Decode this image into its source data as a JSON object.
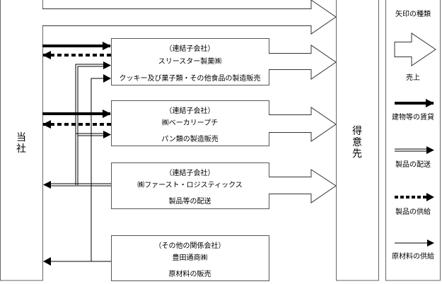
{
  "entities": {
    "company": {
      "label": "当社",
      "chars": [
        "当",
        "社"
      ]
    },
    "customers": {
      "label": "得意先",
      "chars": [
        "得",
        "意",
        "先"
      ]
    }
  },
  "subsidiaries": [
    {
      "category": "（連結子会社）",
      "name": "スリースター製菓㈱",
      "business": "クッキー及び菓子類・その他食品の製造販売"
    },
    {
      "category": "（連結子会社）",
      "name": "㈱ベーカリープチ",
      "business": "パン類の製造販売"
    },
    {
      "category": "（連結子会社）",
      "name": "㈱ファースト・ロジスティックス",
      "business": "製品等の配送"
    },
    {
      "category": "（その他の関係会社）",
      "name": "豊田通商㈱",
      "business": "原材料の販売"
    }
  ],
  "legend": {
    "title": "矢印の種類",
    "items": [
      {
        "type": "sales",
        "label": "売上"
      },
      {
        "type": "lease",
        "label": "建物等の賃貸"
      },
      {
        "type": "delivery",
        "label": "製品の配送"
      },
      {
        "type": "supply",
        "label": "製品の供給"
      },
      {
        "type": "raw-materials",
        "label": "原材料の供給"
      }
    ]
  },
  "flows": [
    {
      "from": "当社",
      "to": "得意先",
      "type": "sales"
    },
    {
      "from": "スリースター製菓㈱",
      "to": "得意先",
      "type": "sales"
    },
    {
      "from": "㈱ベーカリープチ",
      "to": "得意先",
      "type": "sales"
    },
    {
      "from": "㈱ファースト・ロジスティックス",
      "to": "得意先",
      "type": "sales"
    },
    {
      "from": "当社",
      "to": "スリースター製菓㈱",
      "type": "lease"
    },
    {
      "from": "スリースター製菓㈱",
      "to": "当社",
      "type": "supply"
    },
    {
      "from": "㈱ファースト・ロジスティックス",
      "to": "スリースター製菓㈱",
      "type": "delivery"
    },
    {
      "from": "豊田通商㈱",
      "to": "スリースター製菓㈱",
      "type": "raw-materials"
    },
    {
      "from": "当社",
      "to": "㈱ベーカリープチ",
      "type": "lease"
    },
    {
      "from": "㈱ベーカリープチ",
      "to": "当社",
      "type": "supply"
    },
    {
      "from": "㈱ファースト・ロジスティックス",
      "to": "㈱ベーカリープチ",
      "type": "delivery"
    },
    {
      "from": "㈱ファースト・ロジスティックス",
      "to": "当社",
      "type": "delivery"
    },
    {
      "from": "豊田通商㈱",
      "to": "当社",
      "type": "raw-materials"
    }
  ]
}
